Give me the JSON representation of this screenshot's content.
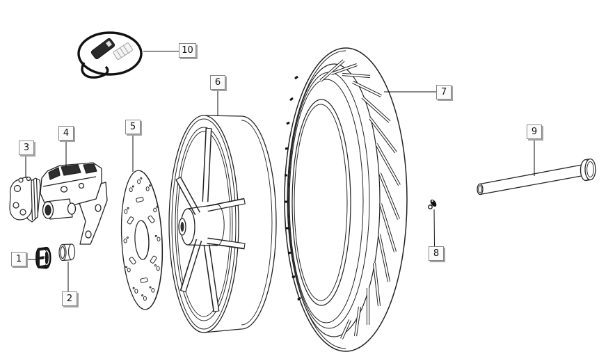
{
  "diagram": {
    "type": "exploded-parts-diagram",
    "subject": "front wheel assembly line drawing",
    "callouts": [
      {
        "number": "1"
      },
      {
        "number": "2"
      },
      {
        "number": "3"
      },
      {
        "number": "4"
      },
      {
        "number": "5"
      },
      {
        "number": "6"
      },
      {
        "number": "7"
      },
      {
        "number": "8"
      },
      {
        "number": "9"
      },
      {
        "number": "10"
      }
    ]
  },
  "colors": {
    "line": "#1a1a1a",
    "dark_fill": "#1d1d1d",
    "label_bg": "#fbfbfb",
    "label_border": "#858585",
    "label_shadow": "#a3a3a3",
    "page_bg": "#ffffff"
  }
}
